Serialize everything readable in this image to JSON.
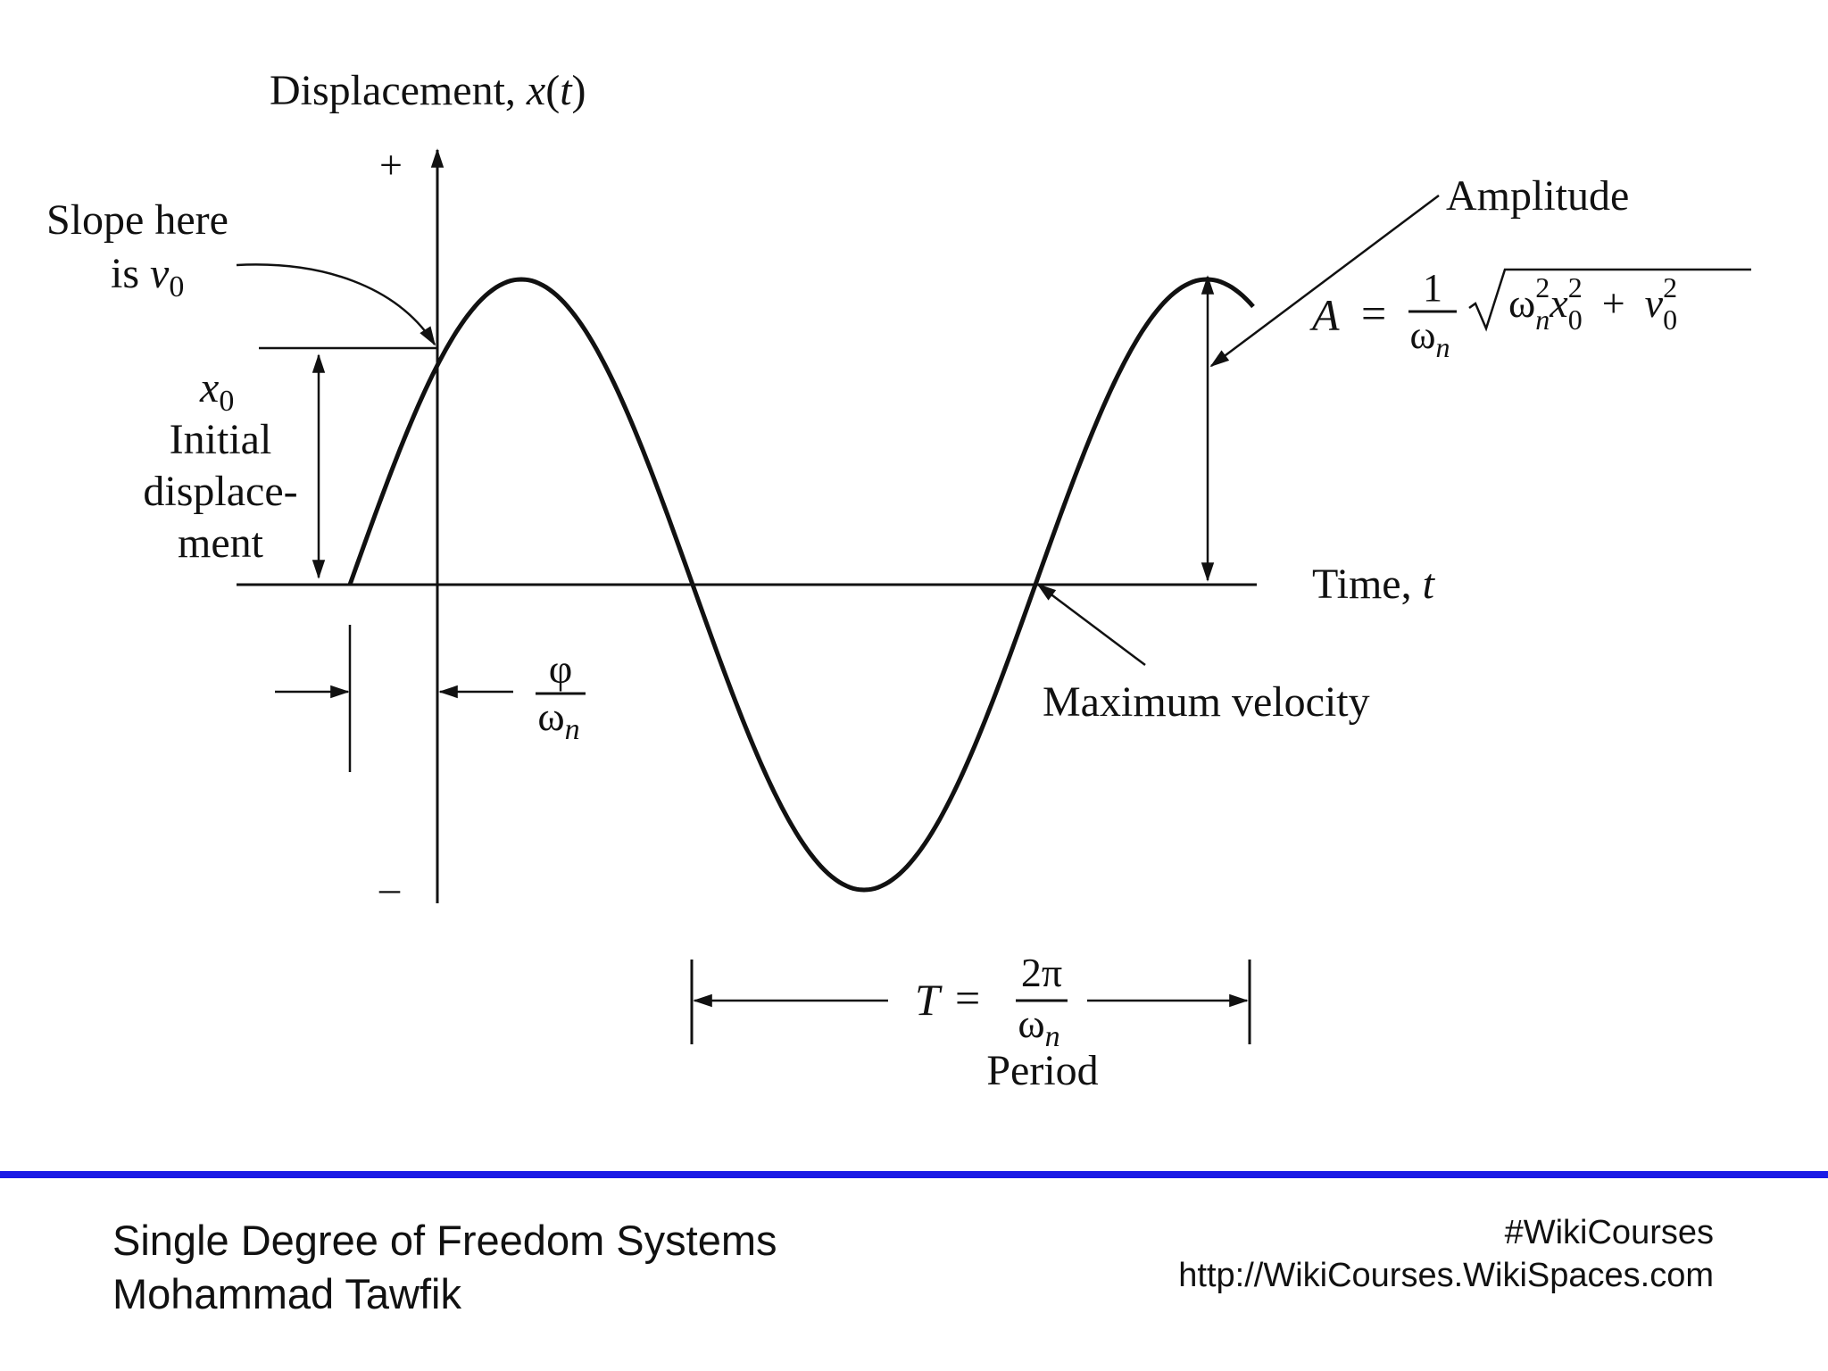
{
  "diagram": {
    "y_axis_label_prefix": "Displacement, ",
    "y_axis_label_var": "x",
    "y_axis_label_paren_open": "(",
    "y_axis_label_t": "t",
    "y_axis_label_paren_close": ")",
    "plus_sign": "+",
    "minus_sign": "–",
    "x_axis_label_prefix": "Time, ",
    "x_axis_label_var": "t",
    "slope_line1": "Slope here",
    "slope_line2_is": "is ",
    "slope_line2_v": "v",
    "slope_line2_sub": "0",
    "x0_var": "x",
    "x0_sub": "0",
    "initial_line1": "Initial",
    "initial_line2": "displace-",
    "initial_line3": "ment",
    "phase_num": "φ",
    "phase_den_omega": "ω",
    "phase_den_n": "n",
    "amplitude_label": "Amplitude",
    "amp_formula": {
      "A": "A",
      "eq": "=",
      "num": "1",
      "den_omega": "ω",
      "den_n": "n",
      "omega": "ω",
      "n_sub": "n",
      "sq1": "2",
      "x": "x",
      "x_sub": "0",
      "sq2": "2",
      "plus": "+",
      "v": "v",
      "v_sub": "0",
      "sq3": "2"
    },
    "max_velocity_label": "Maximum velocity",
    "period_formula": {
      "T": "T",
      "eq": "=",
      "num": "2π",
      "den_omega": "ω",
      "den_n": "n"
    },
    "period_label": "Period"
  },
  "footer": {
    "course_title": "Single Degree of Freedom Systems",
    "author": "Mohammad Tawfik",
    "hashtag": "#WikiCourses",
    "url": "http://WikiCourses.WikiSpaces.com"
  },
  "colors": {
    "footer_rule": "#1a1ae6",
    "ink": "#111111"
  }
}
